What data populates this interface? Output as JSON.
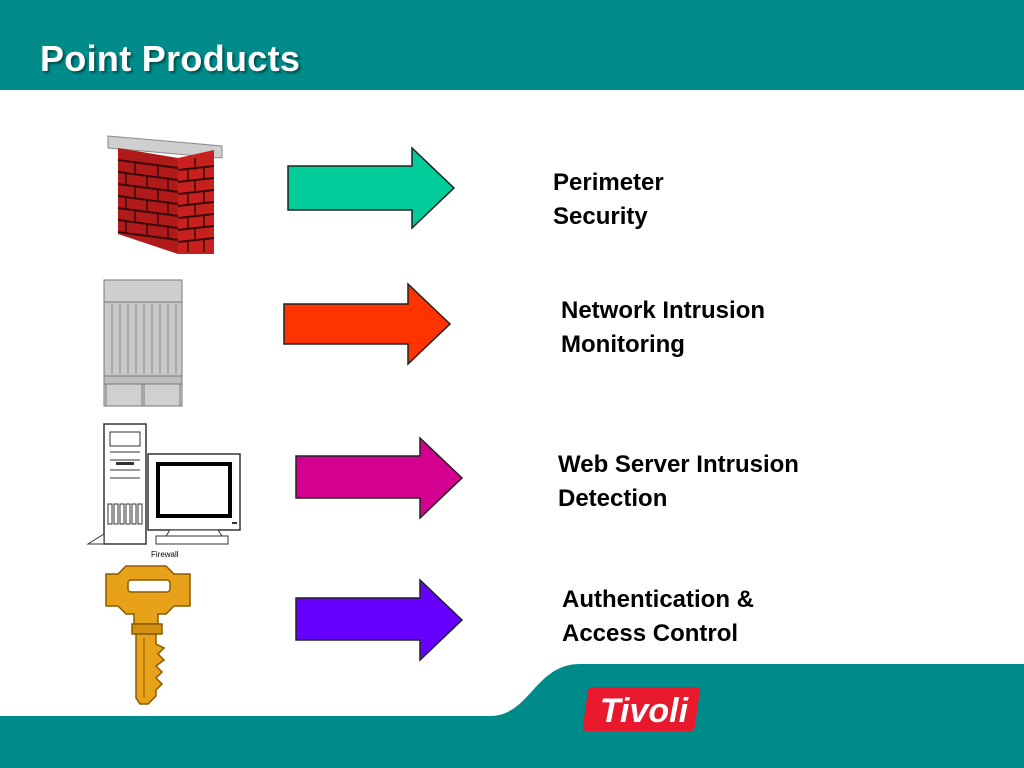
{
  "slide": {
    "title": "Point Products"
  },
  "items": [
    {
      "line1": "Perimeter",
      "line2": "Security",
      "icon": "brick-wall-icon",
      "arrow_color": "#00cc99"
    },
    {
      "line1": "Network Intrusion",
      "line2": "Monitoring",
      "icon": "network-appliance-icon",
      "arrow_color": "#ff3300"
    },
    {
      "line1": "Web Server Intrusion",
      "line2": "Detection",
      "icon": "server-monitor-icon",
      "arrow_color": "#d4008f",
      "caption": "Firewall"
    },
    {
      "line1": "Authentication &",
      "line2": "Access Control",
      "icon": "key-icon",
      "arrow_color": "#6600ff"
    }
  ],
  "logo": {
    "text": "Tivoli"
  },
  "colors": {
    "teal": "#008b8b",
    "logo_red": "#e8192c"
  }
}
